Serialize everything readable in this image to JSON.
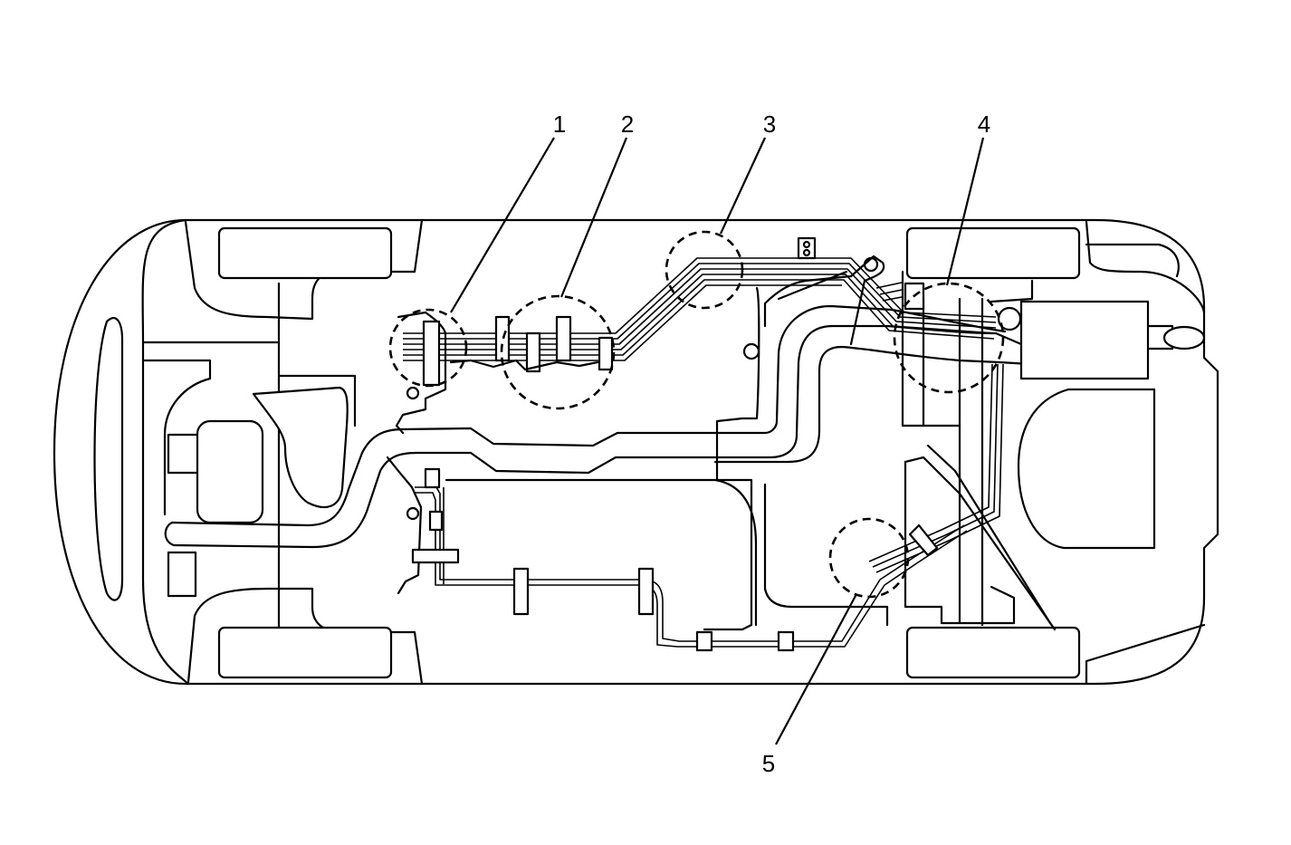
{
  "diagram": {
    "line_color": "#000000",
    "background_color": "#ffffff",
    "callouts": [
      {
        "label": "1"
      },
      {
        "label": "2"
      },
      {
        "label": "3"
      },
      {
        "label": "4"
      },
      {
        "label": "5"
      }
    ]
  }
}
